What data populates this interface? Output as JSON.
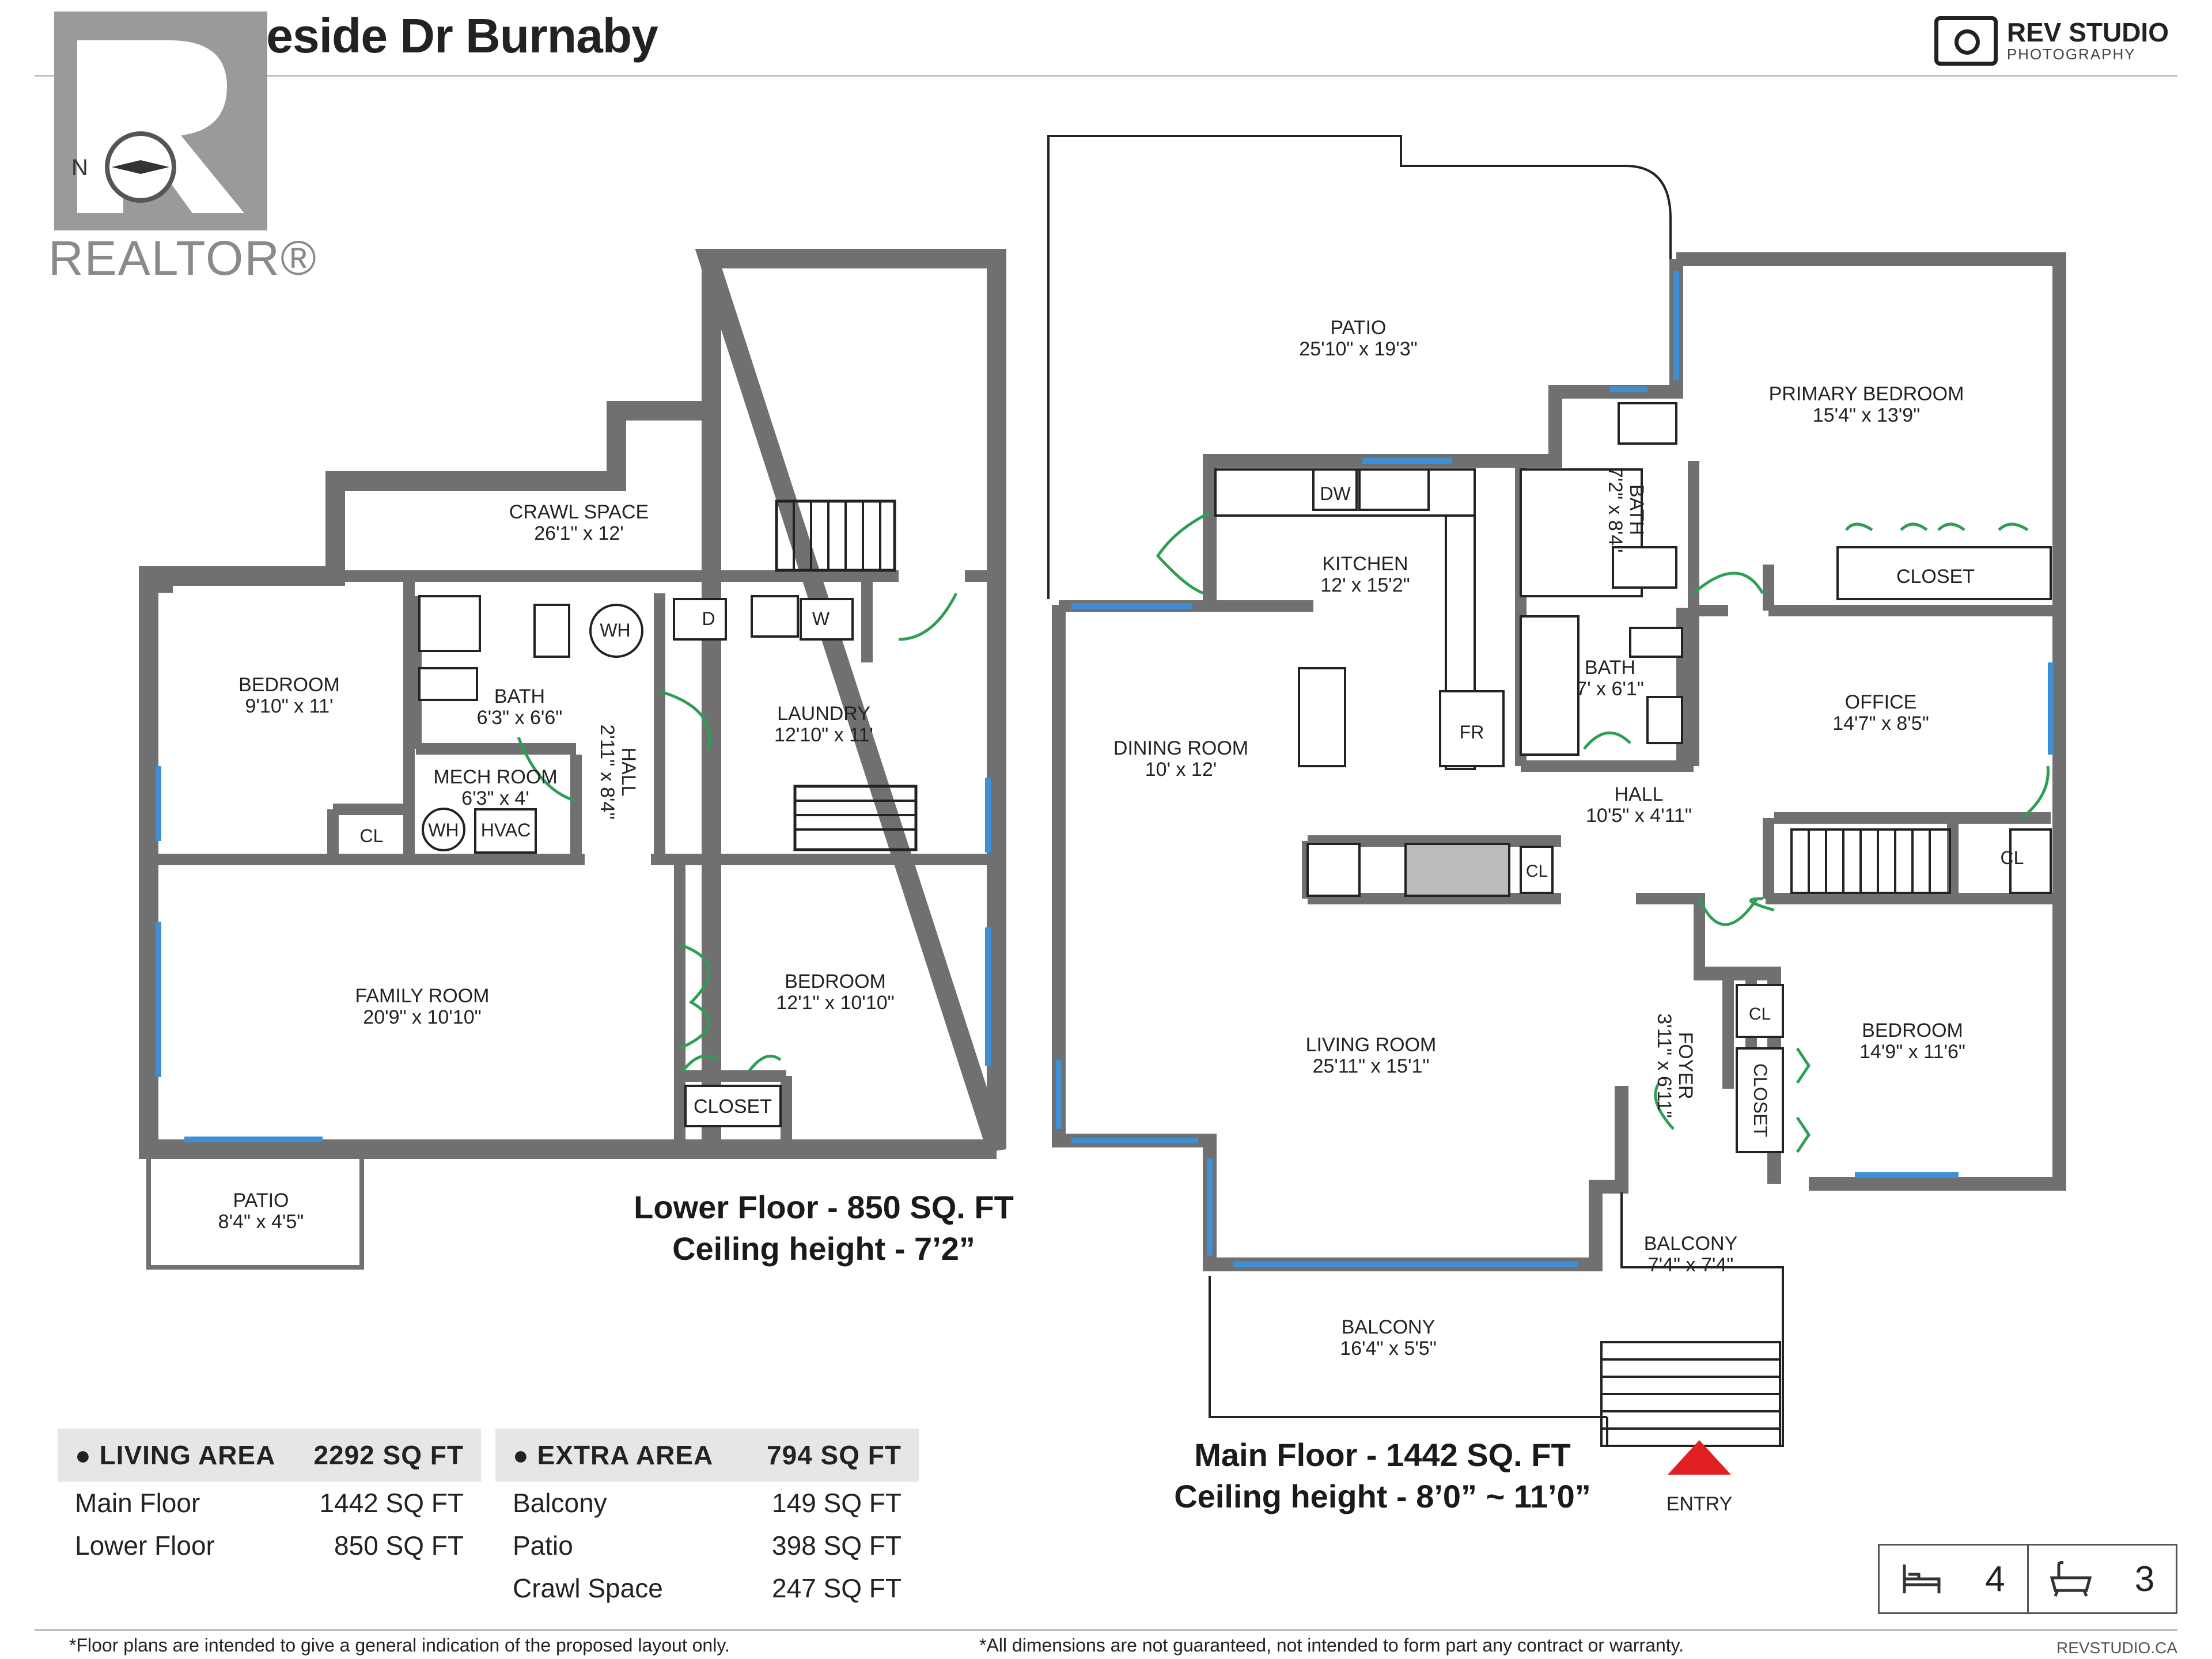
{
  "header": {
    "address": "7238 Braeside Dr Burnaby",
    "brand_name": "REV STUDIO",
    "brand_sub": "PHOTOGRAPHY",
    "realtor_logo_text": "REALTOR®",
    "compass_label": "N"
  },
  "lower_floor": {
    "caption_line1": "Lower Floor - 850 SQ. FT",
    "caption_line2": "Ceiling height - 7’2”",
    "rooms": [
      {
        "name": "CRAWL SPACE",
        "dims": "26'1\" x 12'"
      },
      {
        "name": "BEDROOM",
        "dims": "9'10\" x 11'"
      },
      {
        "name": "BATH",
        "dims": "6'3\" x 6'6\""
      },
      {
        "name": "MECH ROOM",
        "dims": "6'3\" x 4'"
      },
      {
        "name": "HALL",
        "dims": "2'11\" x 8'4\""
      },
      {
        "name": "LAUNDRY",
        "dims": "12'10\" x 11'"
      },
      {
        "name": "FAMILY ROOM",
        "dims": "20'9\" x 10'10\""
      },
      {
        "name": "BEDROOM",
        "dims": "12'1\" x 10'10\""
      },
      {
        "name": "PATIO",
        "dims": "8'4\" x 4'5\""
      }
    ],
    "fixtures": {
      "wh": "WH",
      "wh2": "WH",
      "hvac": "HVAC",
      "cl": "CL",
      "closet": "CLOSET",
      "d": "D",
      "w": "W"
    }
  },
  "main_floor": {
    "caption_line1": "Main Floor - 1442 SQ. FT",
    "caption_line2": "Ceiling height - 8’0” ~ 11’0”",
    "rooms": [
      {
        "name": "PATIO",
        "dims": "25'10\" x 19'3\""
      },
      {
        "name": "PRIMARY BEDROOM",
        "dims": "15'4\" x 13'9\""
      },
      {
        "name": "BATH",
        "dims": "7'2\" x 8'4\""
      },
      {
        "name": "KITCHEN",
        "dims": "12' x 15'2\""
      },
      {
        "name": "BATH",
        "dims": "7' x 6'1\""
      },
      {
        "name": "OFFICE",
        "dims": "14'7\" x 8'5\""
      },
      {
        "name": "DINING ROOM",
        "dims": "10' x 12'"
      },
      {
        "name": "HALL",
        "dims": "10'5\" x 4'11\""
      },
      {
        "name": "LIVING ROOM",
        "dims": "25'11\" x 15'1\""
      },
      {
        "name": "FOYER",
        "dims": "3'11\" x 6'11\""
      },
      {
        "name": "BEDROOM",
        "dims": "14'9\" x 11'6\""
      },
      {
        "name": "BALCONY",
        "dims": "7'4\" x 7'4\""
      },
      {
        "name": "BALCONY",
        "dims": "16'4\" x 5'5\""
      }
    ],
    "fixtures": {
      "dw": "DW",
      "fr": "FR",
      "closet": "CLOSET",
      "cl_hall": "CL",
      "cl_stair": "CL",
      "cl_foyer": "CL",
      "closet_bed": "CLOSET"
    },
    "entry_label": "ENTRY"
  },
  "living_area": {
    "title": "LIVING AREA",
    "total": "2292 SQ FT",
    "rows": [
      {
        "label": "Main Floor",
        "value": "1442 SQ FT"
      },
      {
        "label": "Lower Floor",
        "value": "850 SQ FT"
      }
    ]
  },
  "extra_area": {
    "title": "EXTRA AREA",
    "total": "794 SQ FT",
    "rows": [
      {
        "label": "Balcony",
        "value": "149 SQ FT"
      },
      {
        "label": "Patio",
        "value": "398 SQ FT"
      },
      {
        "label": "Crawl Space",
        "value": "247 SQ FT"
      }
    ]
  },
  "counts": {
    "bedrooms": "4",
    "bathrooms": "3",
    "bed_icon": "bed-icon",
    "bath_icon": "bathtub-icon"
  },
  "footer": {
    "left_note": "*Floor plans are intended to give a general indication of the proposed layout only.",
    "center_note": "*All dimensions are not guaranteed, not intended to form part any contract or warranty.",
    "website": "REVSTUDIO.CA"
  },
  "colors": {
    "wall": "#707070",
    "door": "#2e9e55",
    "window": "#3d8fd6",
    "entry_arrow": "#e02020"
  }
}
